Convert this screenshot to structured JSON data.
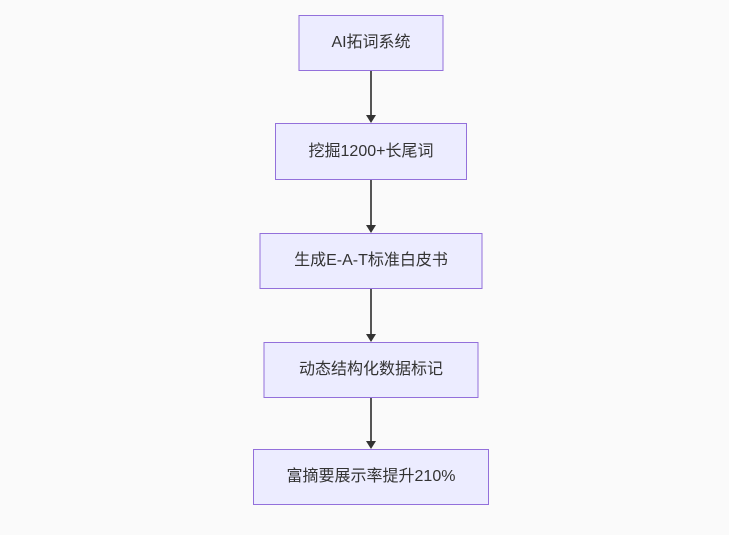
{
  "diagram": {
    "type": "flowchart",
    "direction": "top-down",
    "nodes": [
      {
        "id": "n1",
        "label": "AI拓词系统"
      },
      {
        "id": "n2",
        "label": "挖掘1200+长尾词"
      },
      {
        "id": "n3",
        "label": "生成E-A-T标准白皮书"
      },
      {
        "id": "n4",
        "label": "动态结构化数据标记"
      },
      {
        "id": "n5",
        "label": "富摘要展示率提升210%"
      }
    ],
    "edges": [
      {
        "from": "n1",
        "to": "n2"
      },
      {
        "from": "n2",
        "to": "n3"
      },
      {
        "from": "n3",
        "to": "n4"
      },
      {
        "from": "n4",
        "to": "n5"
      }
    ],
    "colors": {
      "node_fill": "#ECECFF",
      "node_border": "#9370DB",
      "edge_line": "#555555",
      "arrowhead": "#333333",
      "text": "#333333",
      "background": "#FAFAFA"
    }
  }
}
